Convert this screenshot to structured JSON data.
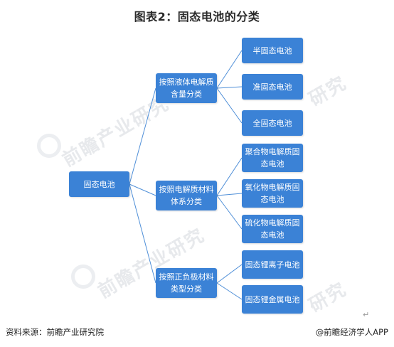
{
  "title": "图表2：固态电池的分类",
  "root": {
    "label": "固态电池"
  },
  "branches": [
    {
      "label": "按照液体电解质含量分类",
      "children": [
        "半固态电池",
        "准固态电池",
        "全固态电池"
      ]
    },
    {
      "label": "按照电解质材料体系分类",
      "children": [
        "聚合物电解质固态电池",
        "氧化物电解质固态电池",
        "硫化物电解质固态电池"
      ]
    },
    {
      "label": "按照正负极材料类型分类",
      "children": [
        "固态锂离子电池",
        "固态锂金属电池"
      ]
    }
  ],
  "footer": {
    "source": "资料来源：前瞻产业研究院",
    "brand": "@前瞻经济学人APP"
  },
  "colors": {
    "box": "#3b82d6",
    "line": "#4f8fd8"
  }
}
